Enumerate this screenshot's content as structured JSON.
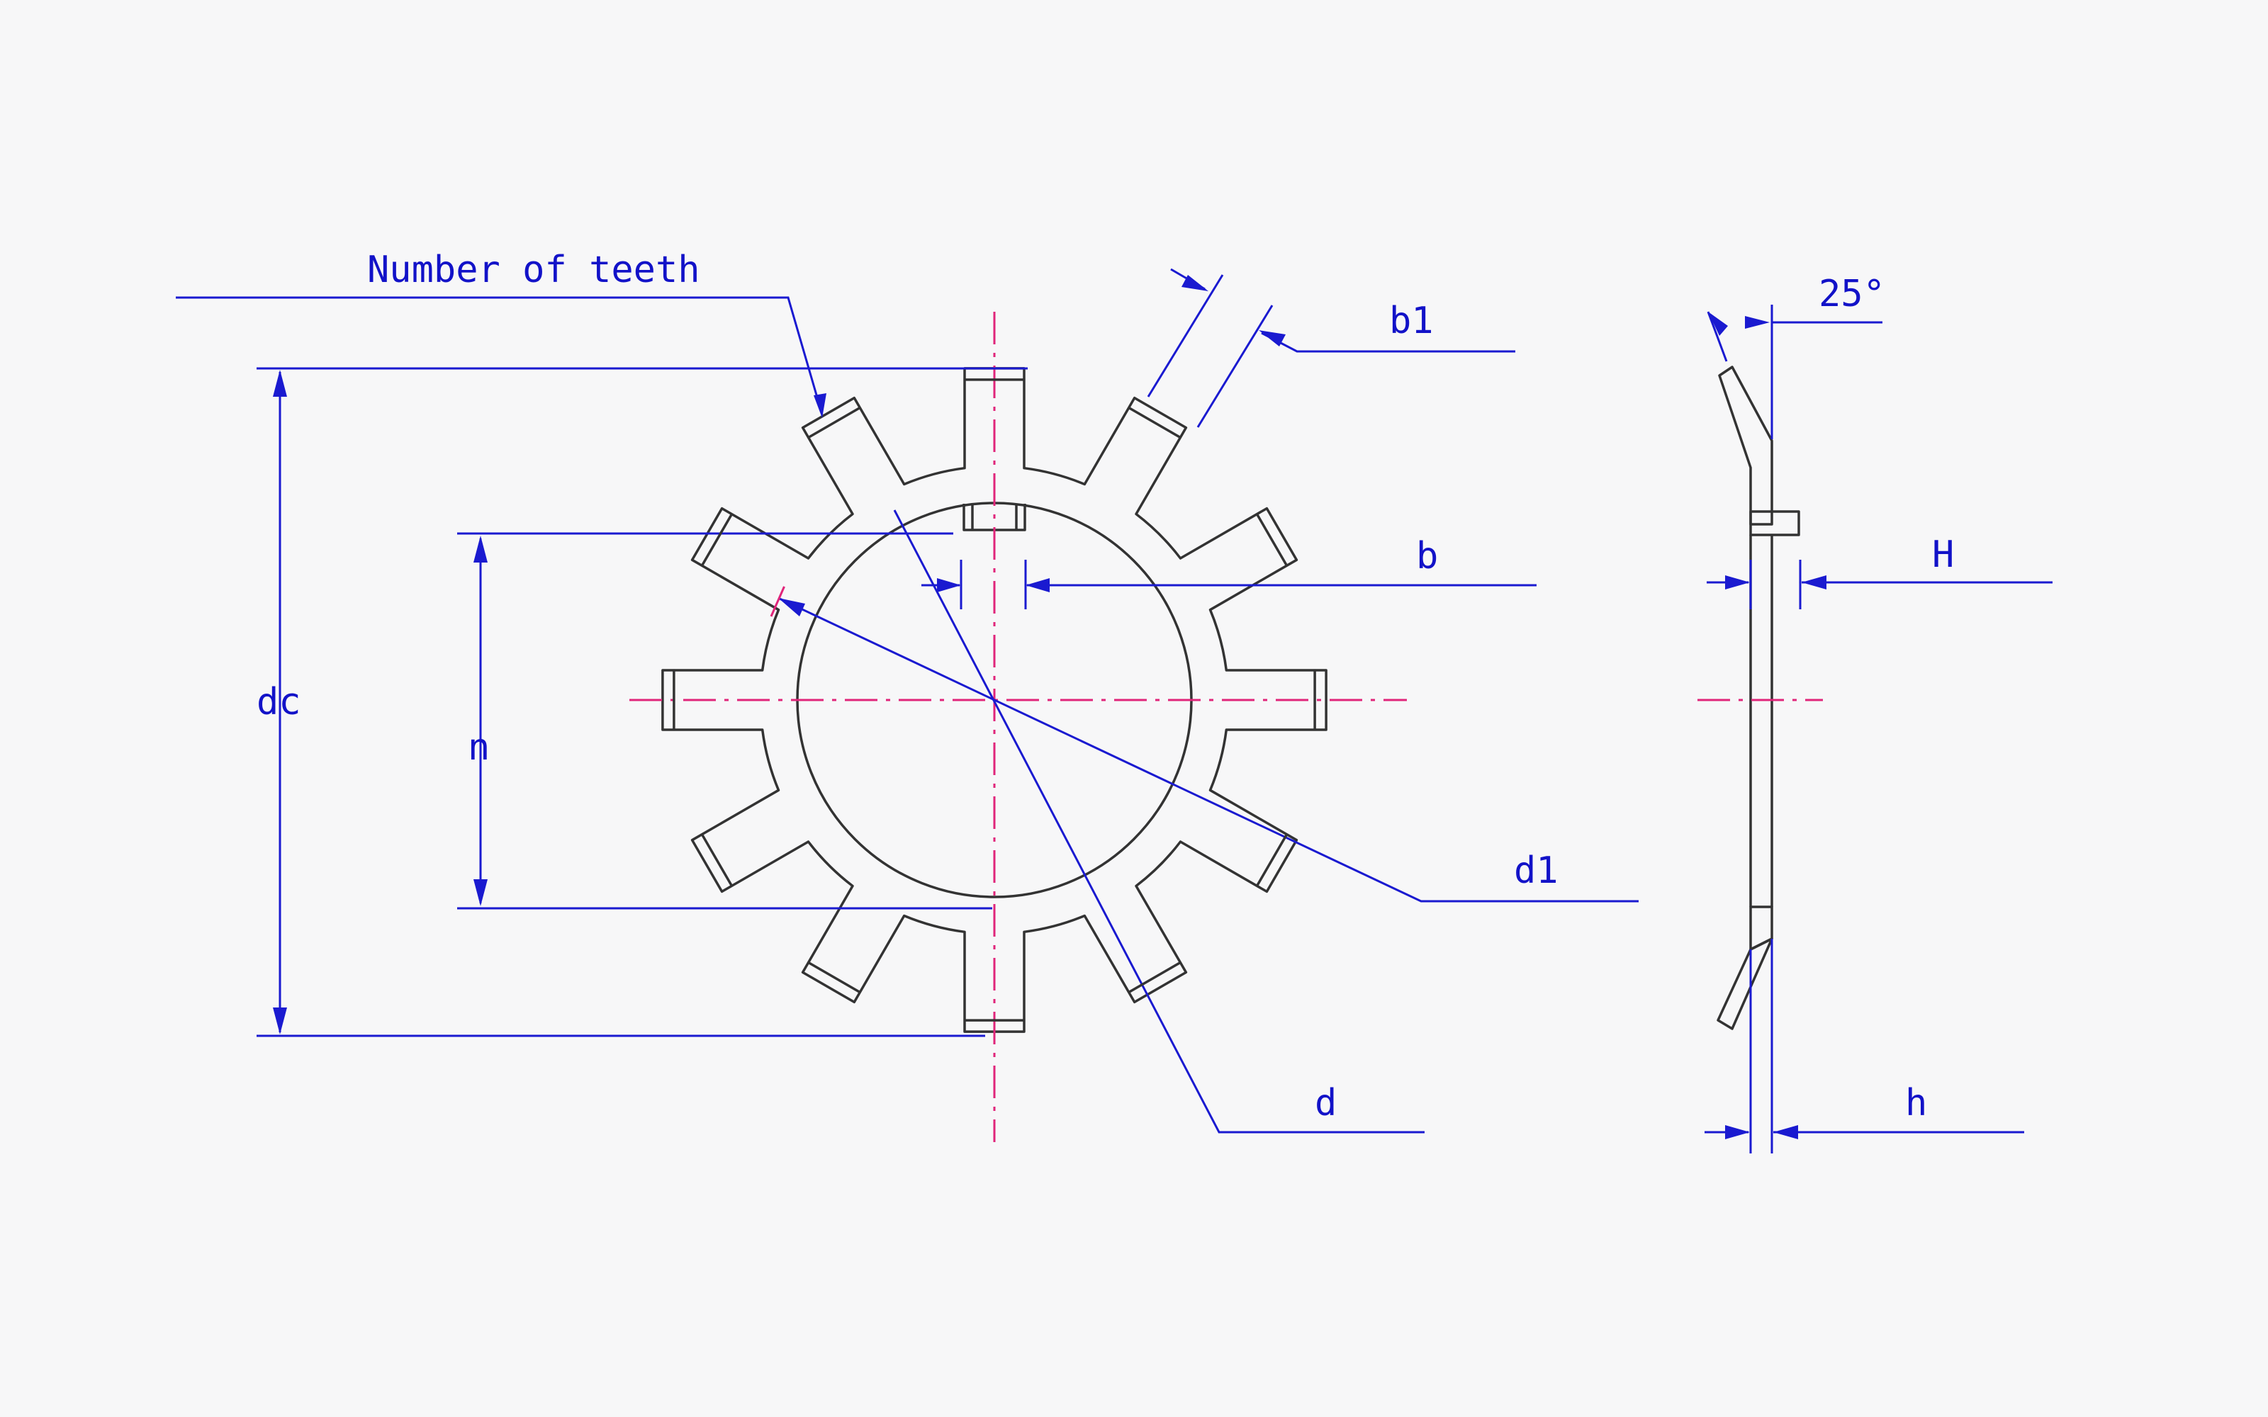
{
  "labels": {
    "number_of_teeth": "Number of teeth",
    "b1": "b1",
    "b": "b",
    "dc": "dc",
    "n": "n",
    "d1": "d1",
    "d": "d",
    "angle": "25°",
    "H": "H",
    "h": "h"
  },
  "colors": {
    "dimension": "#1a1ad0",
    "centerline": "#e0257a",
    "part": "#333333",
    "background": "#f7f7f8"
  },
  "washer": {
    "teeth_count": 12
  }
}
